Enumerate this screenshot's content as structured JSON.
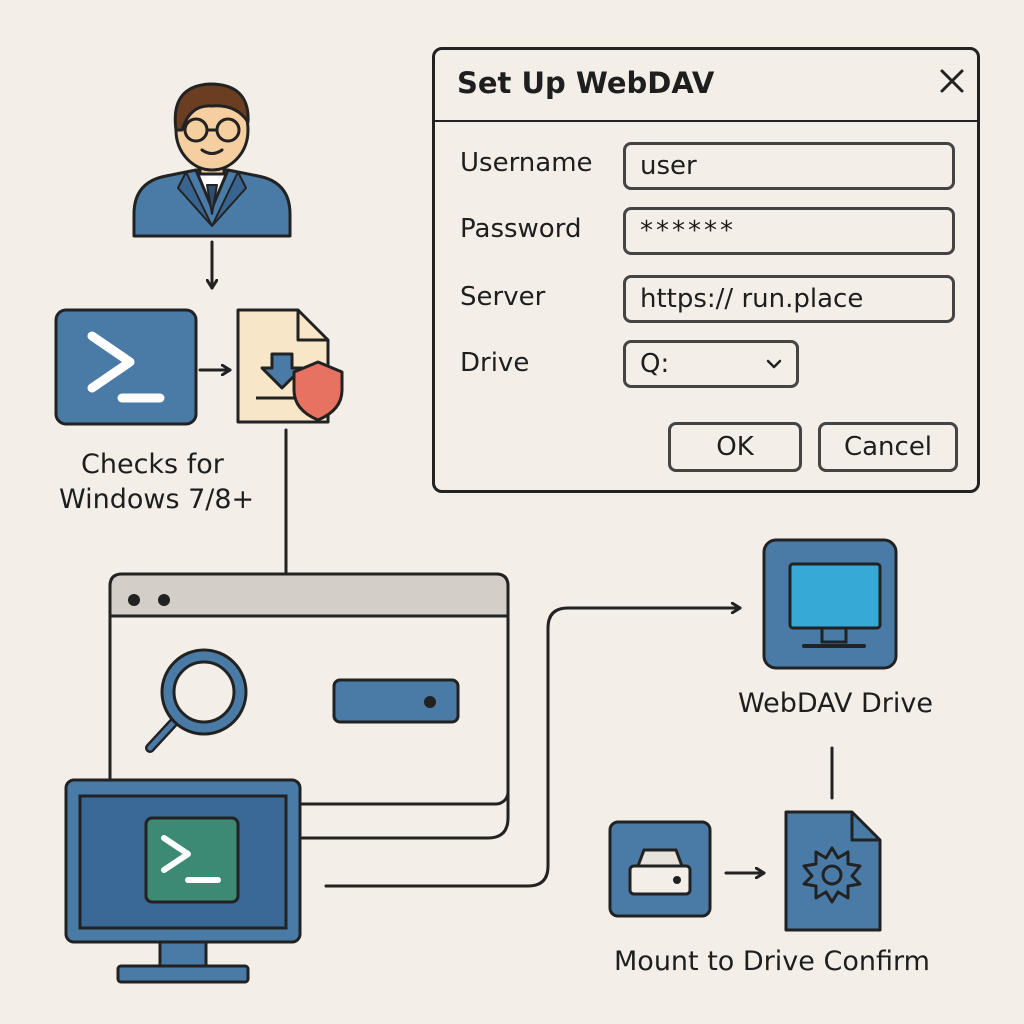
{
  "colors": {
    "background": "#f3efe8",
    "outline": "#222222",
    "tile_blue": "#4a7aa6",
    "browser_bar": "#d3cec7",
    "terminal_green": "#3d8a74",
    "monitor_screen": "#36a9d6",
    "shield_red": "#e87261",
    "document_cream": "#f7e6c8"
  },
  "labels": {
    "checks": [
      "Checks for",
      "Windows 7/8+"
    ],
    "webdav_drive": "WebDAV Drive",
    "mount_confirm": "Mount to Drive Confirm"
  },
  "dialog": {
    "title": "Set Up WebDAV",
    "close_icon": "close-icon",
    "fields": [
      {
        "label": "Username",
        "value": "user"
      },
      {
        "label": "Password",
        "value": "******"
      },
      {
        "label": "Server",
        "value": "https:// run.place"
      },
      {
        "label": "Drive",
        "value": "Q:"
      }
    ],
    "ok_label": "OK",
    "cancel_label": "Cancel"
  },
  "icons": [
    "user-avatar-icon",
    "powershell-icon",
    "secure-download-file-icon",
    "browser-window-icon",
    "search-icon",
    "server-drive-icon",
    "monitor-terminal-icon",
    "webdav-drive-monitor-icon",
    "hard-drive-icon",
    "settings-file-icon"
  ]
}
